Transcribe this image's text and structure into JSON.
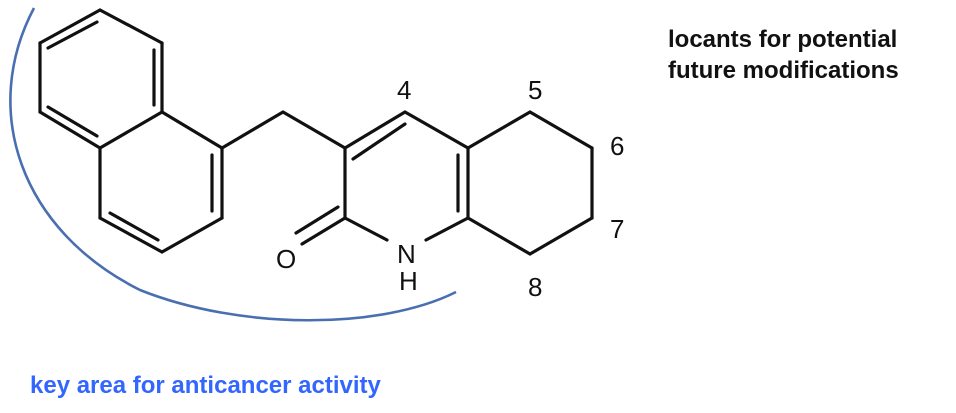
{
  "molecule": {
    "atom_labels": {
      "oxygen": "O",
      "nitrogen": "N",
      "hydrogen": "H"
    },
    "locants": [
      "4",
      "5",
      "6",
      "7",
      "8"
    ]
  },
  "annotations": {
    "locant_note_line1": "locants for potential",
    "locant_note_line2": "future modifications",
    "key_area": "key area for anticancer activity"
  },
  "colors": {
    "bonds": "#111111",
    "highlight_arc": "#4a6fb1",
    "key_area_text": "#3366ff",
    "note_text": "#111111"
  }
}
